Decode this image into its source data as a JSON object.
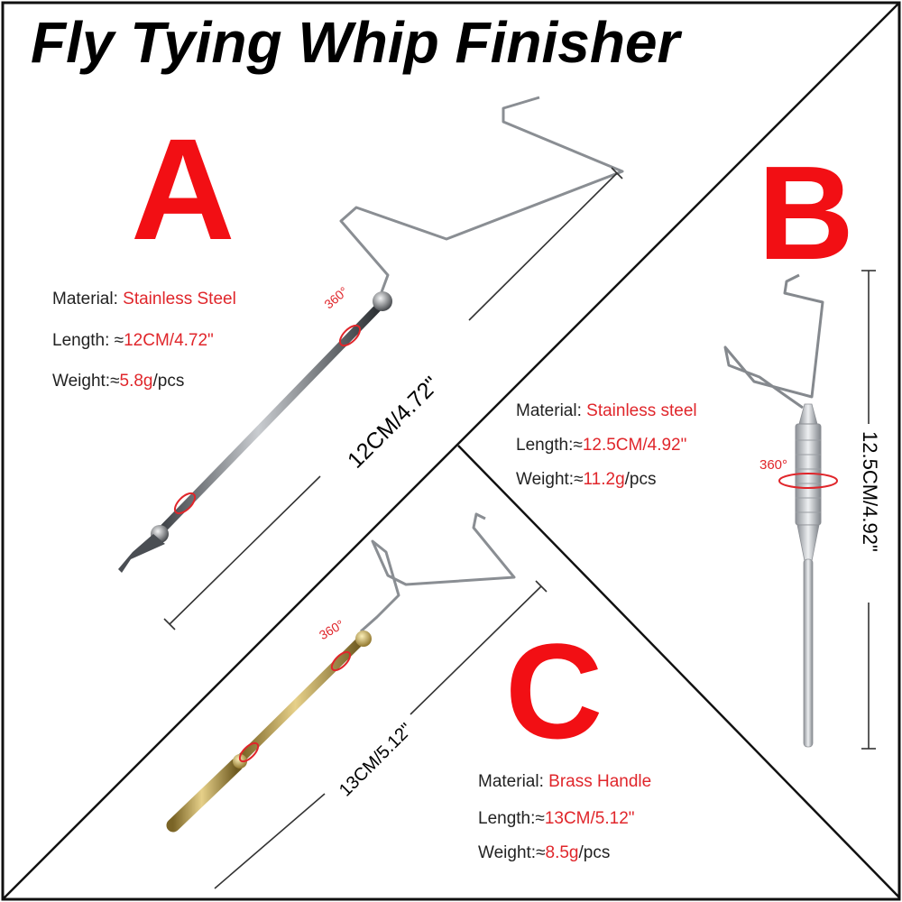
{
  "title": "Fly Tying Whip Finisher",
  "products": {
    "a": {
      "letter": "A",
      "material_label": "Material: ",
      "material_value": "Stainless Steel",
      "length_label": "Length: ≈",
      "length_value": "12CM/4.72\"",
      "weight_label": "Weight:≈",
      "weight_value": "5.8g",
      "weight_unit": "/pcs",
      "dimension": "12CM/4.72\"",
      "rotation": "360°"
    },
    "b": {
      "letter": "B",
      "material_label": "Material: ",
      "material_value": "Stainless steel",
      "length_label": "Length:≈",
      "length_value": "12.5CM/4.92\"",
      "weight_label": "Weight:≈",
      "weight_value": "11.2g",
      "weight_unit": "/pcs",
      "dimension": "12.5CM/4.92\"",
      "rotation": "360°"
    },
    "c": {
      "letter": "C",
      "material_label": "Material: ",
      "material_value": "Brass Handle",
      "length_label": "Length:≈",
      "length_value": "13CM/5.12\"",
      "weight_label": "Weight:≈",
      "weight_value": "8.5g",
      "weight_unit": "/pcs",
      "dimension": "13CM/5.12\"",
      "rotation": "360°"
    }
  },
  "colors": {
    "accent_red": "#f20f14",
    "value_red": "#e0262b",
    "steel": "#7d8288",
    "brass": "#b89a4a"
  }
}
